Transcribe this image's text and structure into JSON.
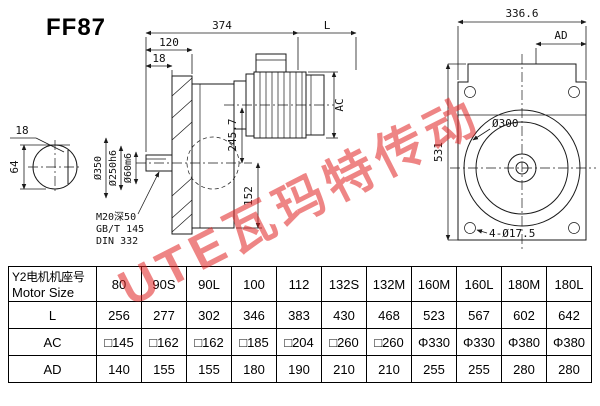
{
  "title": "FF87",
  "watermark": "UTE瓦玛特传动",
  "colors": {
    "watermark_red": "#e02020",
    "line": "#1a1a1a"
  },
  "side_view": {
    "dim_374": "374",
    "dim_L": "L",
    "dim_120": "120",
    "dim_18": "18",
    "dim_245_7": "245.7",
    "dim_AC": "AC",
    "dim_152": "152",
    "dia_350": "Ø350",
    "dia_250": "Ø250h6",
    "dia_60": "Ø60m6",
    "note_tap": "M20深50",
    "note_gb": "GB/T 145",
    "note_din": "DIN 332"
  },
  "shaft_section": {
    "dim_18": "18",
    "dim_64": "64"
  },
  "front_view": {
    "dim_336_6": "336.6",
    "dim_AD": "AD",
    "dia_300": "Ø300",
    "dim_531": "531",
    "dim_holes": "4-Ø17.5"
  },
  "table": {
    "motor_label_cn": "Y2电机机座号",
    "motor_label_en": "Motor Size",
    "sizes": [
      "80",
      "90S",
      "90L",
      "100",
      "112",
      "132S",
      "132M",
      "160M",
      "160L",
      "180M",
      "180L"
    ],
    "rows": [
      {
        "label": "L",
        "values": [
          "256",
          "277",
          "302",
          "346",
          "383",
          "430",
          "468",
          "523",
          "567",
          "602",
          "642"
        ]
      },
      {
        "label": "AC",
        "values": [
          "□145",
          "□162",
          "□162",
          "□185",
          "□204",
          "□260",
          "□260",
          "Φ330",
          "Φ330",
          "Φ380",
          "Φ380"
        ]
      },
      {
        "label": "AD",
        "values": [
          "140",
          "155",
          "155",
          "180",
          "190",
          "210",
          "210",
          "255",
          "255",
          "280",
          "280"
        ]
      }
    ]
  }
}
